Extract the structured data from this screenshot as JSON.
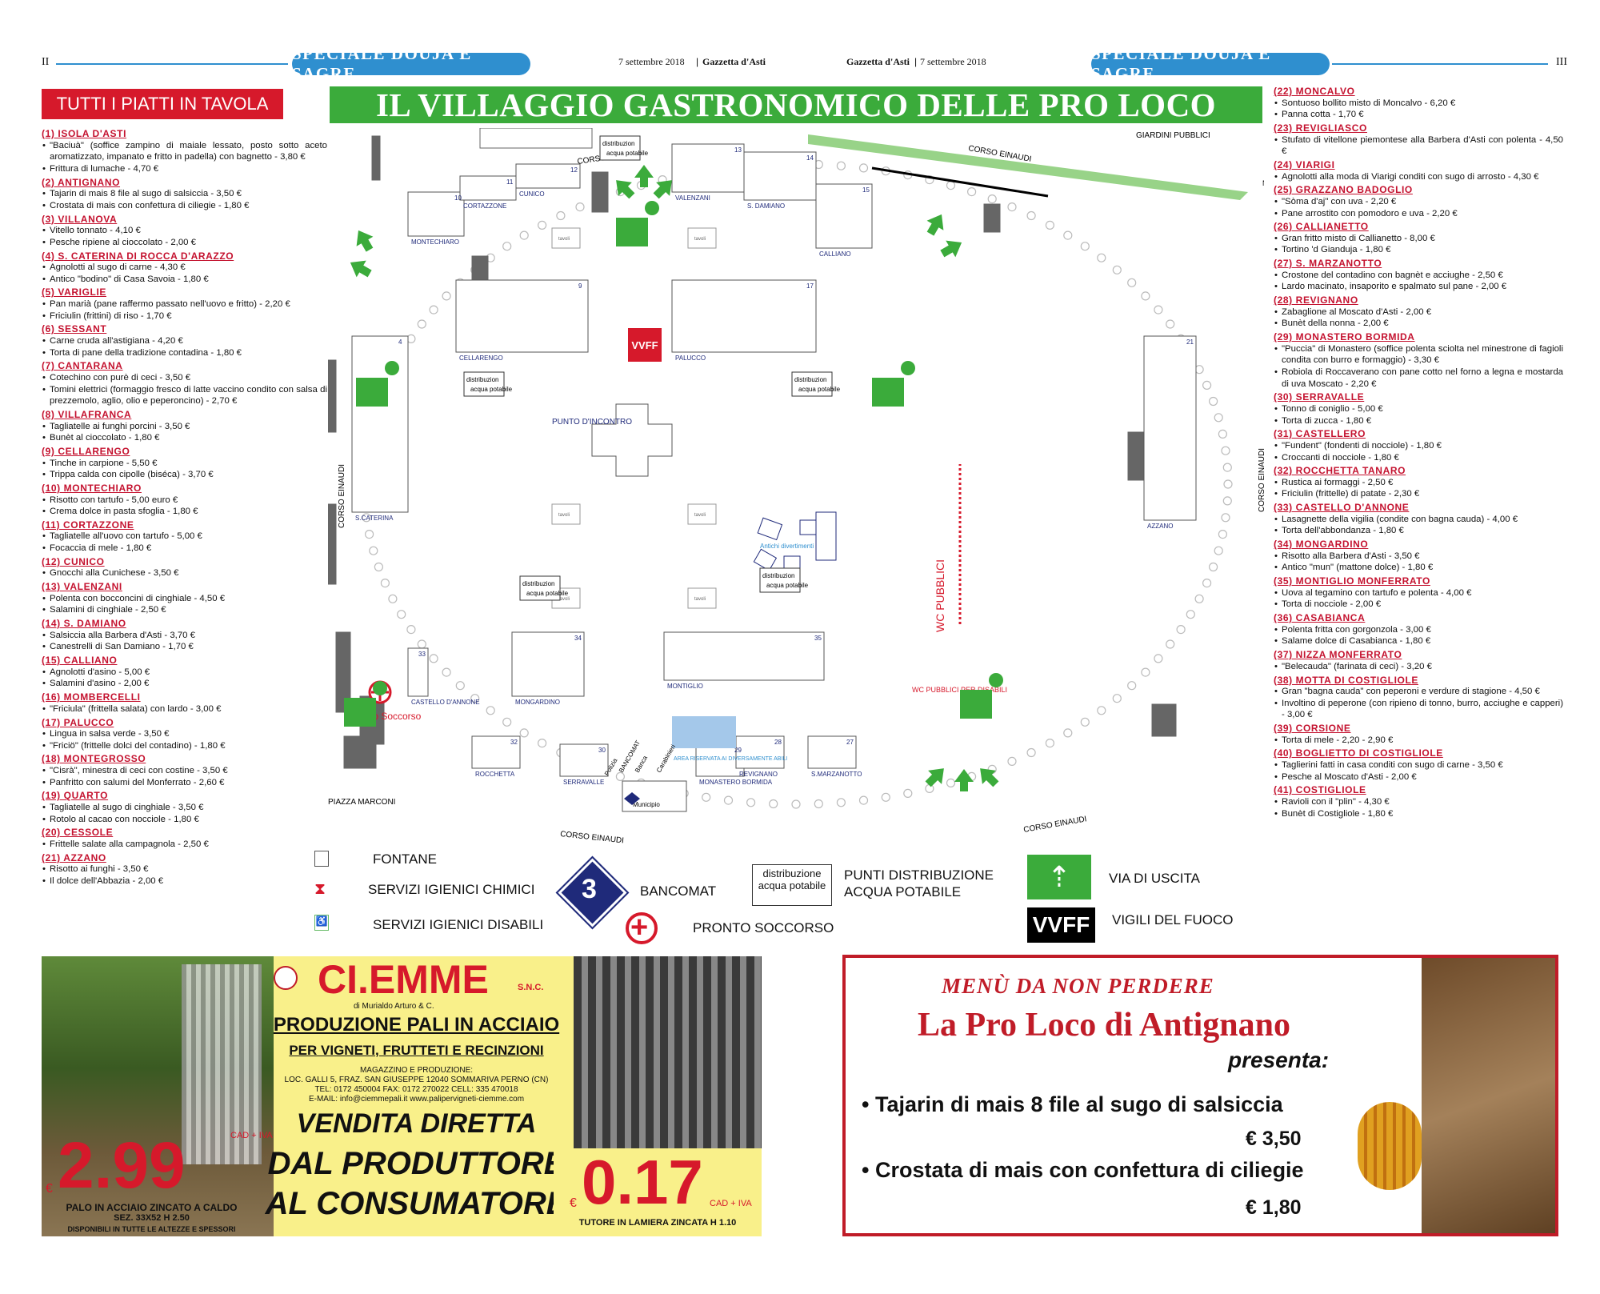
{
  "header": {
    "left_page": "II",
    "right_page": "III",
    "section_label": "SPECIALE DOUJA E SAGRE",
    "left_date": "7 settembre 2018",
    "left_paper": "Gazzetta d'Asti",
    "right_paper": "Gazzetta d'Asti",
    "right_date": "7 settembre 2018"
  },
  "left_title": "TUTTI I PIATTI IN TAVOLA",
  "main_title": "IL VILLAGGIO GASTRONOMICO DELLE PRO LOCO",
  "left_menu": [
    {
      "name": "(1) ISOLA D'ASTI",
      "items": [
        "\"Baciuà\" (soffice zampino di maiale lessato, posto sotto aceto aromatizzato, impanato e fritto in padella) con bagnetto - 3,80 €",
        "Frittura di lumache - 4,70 €"
      ]
    },
    {
      "name": "(2) ANTIGNANO",
      "items": [
        "Tajarin di mais 8 file al sugo di salsiccia - 3,50 €",
        "Crostata di mais con confettura di ciliegie - 1,80 €"
      ]
    },
    {
      "name": "(3) VILLANOVA",
      "items": [
        "Vitello tonnato - 4,10 €",
        "Pesche ripiene al cioccolato - 2,00 €"
      ]
    },
    {
      "name": "(4) S. CATERINA DI ROCCA D'ARAZZO",
      "items": [
        "Agnolotti al sugo di carne - 4,30 €",
        "Antico \"bodino\" di Casa Savoia - 1,80 €"
      ]
    },
    {
      "name": "(5) VARIGLIE",
      "items": [
        "Pan marià (pane raffermo passato nell'uovo e fritto) - 2,20 €",
        "Friciulin (frittini) di riso - 1,70 €"
      ]
    },
    {
      "name": "(6) SESSANT",
      "items": [
        "Carne cruda all'astigiana - 4,20 €",
        "Torta di pane della tradizione contadina - 1,80 €"
      ]
    },
    {
      "name": "(7) CANTARANA",
      "items": [
        "Cotechino con purè di ceci - 3,50 €",
        "Tomini elettrici (formaggio fresco di latte vaccino condito con salsa di prezzemolo, aglio, olio e peperoncino) - 2,70 €"
      ]
    },
    {
      "name": "(8) VILLAFRANCA",
      "items": [
        "Tagliatelle ai funghi porcini - 3,50 €",
        "Bunèt al cioccolato - 1,80 €"
      ]
    },
    {
      "name": "(9) CELLARENGO",
      "items": [
        "Tinche in carpione - 5,50 €",
        "Trippa calda con cipolle (biséca) - 3,70 €"
      ]
    },
    {
      "name": "(10) MONTECHIARO",
      "items": [
        "Risotto con tartufo - 5,00 euro €",
        "Crema dolce in pasta sfoglia - 1,80 €"
      ]
    },
    {
      "name": "(11) CORTAZZONE",
      "items": [
        "Tagliatelle all'uovo con tartufo - 5,00 €",
        "Focaccia di mele - 1,80 €"
      ]
    },
    {
      "name": "(12) CUNICO",
      "items": [
        "Gnocchi alla Cunichese - 3,50 €"
      ]
    },
    {
      "name": "(13) VALENZANI",
      "items": [
        "Polenta con bocconcini di cinghiale - 4,50 €",
        "Salamini di cinghiale - 2,50 €"
      ]
    },
    {
      "name": "(14) S. DAMIANO",
      "items": [
        "Salsiccia alla Barbera d'Asti - 3,70 €",
        "Canestrelli di San Damiano - 1,70 €"
      ]
    },
    {
      "name": "(15) CALLIANO",
      "items": [
        "Agnolotti d'asino - 5,00 €",
        "Salamini d'asino - 2,00 €"
      ]
    },
    {
      "name": "(16) MOMBERCELLI",
      "items": [
        "\"Friciula\" (frittella salata) con lardo - 3,00 €"
      ]
    },
    {
      "name": "(17) PALUCCO",
      "items": [
        "Lingua in salsa verde - 3,50 €",
        "\"Friciö\" (frittelle dolci del contadino) - 1,80 €"
      ]
    },
    {
      "name": "(18) MONTEGROSSO",
      "items": [
        "\"Cisrà\", minestra di ceci con costine - 3,50 €",
        "Panfritto con salumi del Monferrato - 2,60 €"
      ]
    },
    {
      "name": "(19) QUARTO",
      "items": [
        "Tagliatelle al sugo di cinghiale - 3,50 €",
        "Rotolo al cacao con nocciole - 1,80 €"
      ]
    },
    {
      "name": "(20) CESSOLE",
      "items": [
        "Frittelle salate alla campagnola - 2,50 €"
      ]
    },
    {
      "name": "(21) AZZANO",
      "items": [
        "Risotto ai funghi - 3,50 €",
        "Il dolce dell'Abbazia - 2,00 €"
      ]
    }
  ],
  "right_menu": [
    {
      "name": "(22) MONCALVO",
      "items": [
        "Sontuoso bollito misto di Moncalvo - 6,20 €",
        "Panna cotta - 1,70 €"
      ]
    },
    {
      "name": "(23) REVIGLIASCO",
      "items": [
        "Stufato di vitellone piemontese alla Barbera d'Asti con polenta - 4,50 €"
      ]
    },
    {
      "name": "(24) VIARIGI",
      "items": [
        "Agnolotti alla moda di Viarigi conditi con sugo di arrosto - 4,30 €"
      ]
    },
    {
      "name": "(25) GRAZZANO BADOGLIO",
      "items": [
        "\"Sòma d'aj\" con uva - 2,20 €",
        "Pane arrostito con pomodoro e uva - 2,20 €"
      ]
    },
    {
      "name": "(26) CALLIANETTO",
      "items": [
        "Gran fritto misto di Callianetto - 8,00 €",
        "Tortino 'd Gianduja - 1,80 €"
      ]
    },
    {
      "name": "(27) S. MARZANOTTO",
      "items": [
        "Crostone del contadino con bagnèt e acciughe - 2,50 €",
        "Lardo macinato, insaporito e spalmato sul pane - 2,00 €"
      ]
    },
    {
      "name": "(28) REVIGNANO",
      "items": [
        "Zabaglione al Moscato d'Asti - 2,00 €",
        "Bunèt della nonna - 2,00 €"
      ]
    },
    {
      "name": "(29) MONASTERO BORMIDA",
      "items": [
        "\"Puccia\" di Monastero (soffice polenta sciolta nel minestrone di fagioli condita con burro e formaggio) - 3,30 €",
        "Robiola di Roccaverano con pane cotto nel forno a legna e mostarda di uva Moscato - 2,20 €"
      ]
    },
    {
      "name": "(30) SERRAVALLE",
      "items": [
        "Tonno di coniglio - 5,00 €",
        "Torta di zucca - 1,80 €"
      ]
    },
    {
      "name": "(31) CASTELLERO",
      "items": [
        "\"Fundent\" (fondenti di nocciole) - 1,80 €",
        "Croccanti di nocciole - 1,80 €"
      ]
    },
    {
      "name": "(32) ROCCHETTA TANARO",
      "items": [
        "Rustica ai formaggi - 2,50 €",
        "Friciulin (frittelle) di patate - 2,30 €"
      ]
    },
    {
      "name": "(33) CASTELLO D'ANNONE",
      "items": [
        "Lasagnette della vigilia (condite con bagna cauda) - 4,00 €",
        "Torta dell'abbondanza - 1,80 €"
      ]
    },
    {
      "name": "(34) MONGARDINO",
      "items": [
        "Risotto alla Barbera d'Asti - 3,50 €",
        "Antico \"mun\" (mattone dolce) - 1,80 €"
      ]
    },
    {
      "name": "(35) MONTIGLIO MONFERRATO",
      "items": [
        "Uova al tegamino con tartufo e polenta - 4,00 €",
        "Torta di nocciole - 2,00 €"
      ]
    },
    {
      "name": "(36) CASABIANCA",
      "items": [
        "Polenta fritta con gorgonzola - 3,00 €",
        "Salame dolce di Casabianca - 1,80 €"
      ]
    },
    {
      "name": "(37) NIZZA MONFERRATO",
      "items": [
        "\"Belecauda\" (farinata di ceci) - 3,20 €"
      ]
    },
    {
      "name": "(38) MOTTA DI COSTIGLIOLE",
      "items": [
        "Gran \"bagna cauda\" con peperoni e verdure di stagione - 4,50 €",
        "Involtino di peperone (con ripieno di tonno, burro, acciughe e capperi) - 3,00 €"
      ]
    },
    {
      "name": "(39) CORSIONE",
      "items": [
        "Torta di mele - 2,20 - 2,90 €"
      ]
    },
    {
      "name": "(40) BOGLIETTO DI COSTIGLIOLE",
      "items": [
        "Taglierini fatti in casa conditi con sugo di carne - 3,50 €",
        "Pesche al Moscato d'Asti - 2,00 €"
      ]
    },
    {
      "name": "(41) COSTIGLIOLE",
      "items": [
        "Ravioli con il \"plin\" - 4,30 €",
        "Bunèt di Costigliole - 1,80 €"
      ]
    }
  ],
  "map": {
    "streets": [
      "CORSO EINAUDI",
      "CORSO EINAUDI",
      "CORSO EINAUDI",
      "CORSO EINAUDI",
      "CORSO EINAUDI",
      "CORSO EINAUDI"
    ],
    "giardini": "GIARDINI PUBBLICI",
    "piazza": "PIAZZA MARCONI",
    "punto": "PUNTO D'INCONTRO",
    "acqua": "distribuzione acqua potabile",
    "wc": "WC PUBBLICI",
    "wc_dis": "WC PUBBLICI PER DISABILI",
    "pronto": "Pronto Soccorso",
    "municipio": "Municipio",
    "polizia": "Polizia",
    "bancomat": "BANCOMAT",
    "banca": "Banca",
    "carabinieri": "Carabinieri",
    "area_abili": "AREA RISERVATA AI DIVERSAMENTE ABILI",
    "giochi": "Antichi divertimenti",
    "tavoli": "tavoli",
    "vvff": "VVFF",
    "north": "N"
  },
  "legend": {
    "fontane": "FONTANE",
    "chimici": "SERVIZI IGIENICI CHIMICI",
    "disabili": "SERVIZI IGIENICI DISABILI",
    "bancomat": "BANCOMAT",
    "pronto": "PRONTO SOCCORSO",
    "acqua_box": "distribuzione acqua potabile",
    "punti": "PUNTI DISTRIBUZIONE ACQUA POTABILE",
    "uscita": "VIA DI USCITA",
    "vvff_box": "VVFF",
    "vigili": "VIGILI DEL FUOCO"
  },
  "ad_ciemme": {
    "brand": "CI.EMME",
    "snc": "S.N.C.",
    "owner": "di Murialdo Arturo & C.",
    "line1": "PRODUZIONE PALI IN ACCIAIO",
    "line2": "PER VIGNETI, FRUTTETI E RECINZIONI",
    "addr1": "MAGAZZINO E PRODUZIONE:",
    "addr2": "LOC. GALLI 5, FRAZ. SAN GIUSEPPE   12040 SOMMARIVA PERNO (CN)",
    "addr3": "TEL: 0172 450004   FAX: 0172 270022   CELL: 335 470018",
    "addr4": "E-MAIL: info@ciemmepali.it   www.palipervigneti-ciemme.com",
    "vendita": "VENDITA DIRETTA",
    "dal": "DAL PRODUTTORE",
    "al": "AL CONSUMATORE",
    "price1_cur": "€",
    "price1": "2.99",
    "price1_iva": "CAD + IVA",
    "price1_desc": "PALO IN ACCIAIO  ZINCATO A CALDO",
    "price1_sez": "SEZ. 33X52 H 2.50",
    "price1_note": "DISPONIBILI IN TUTTE LE ALTEZZE E SPESSORI",
    "price2_cur": "€",
    "price2": "0.17",
    "price2_iva": "CAD + IVA",
    "price2_desc": "TUTORE IN LAMIERA ZINCATA H 1.10"
  },
  "ad_antignano": {
    "banner": "MENÙ DA NON PERDERE",
    "title": "La Pro Loco di Antignano",
    "presenta": "presenta:",
    "item1": "• Tajarin di mais 8 file al sugo di salsiccia",
    "price1": "€ 3,50",
    "item2": "• Crostata di mais con confettura di ciliegie",
    "price2": "€ 1,80"
  },
  "colors": {
    "red": "#c4122f",
    "green": "#3bab3b",
    "blue": "#2f8fcf",
    "navy": "#1f2a7a"
  }
}
